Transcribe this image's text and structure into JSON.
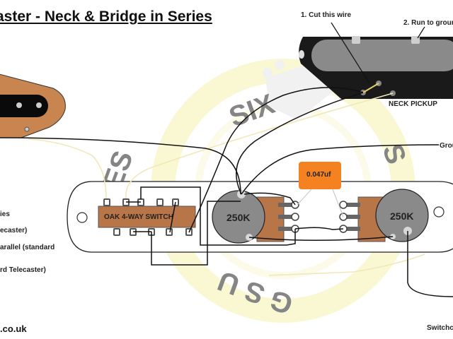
{
  "title": "aster - Neck & Bridge in Series",
  "annotations": {
    "cut_wire": "1. Cut this wire",
    "run_to_ground": "2. Run to groun",
    "neck_pickup": "NECK PICKUP",
    "ground": "Grou",
    "switchcraft": "Switchc"
  },
  "components": {
    "switch_label": "OAK 4-WAY SWITCH",
    "volume_pot": "250K",
    "tone_pot": "250K",
    "capacitor": "0.047uf"
  },
  "switch_positions_notes": [
    "ies",
    "ecaster)",
    "arallel (standard",
    "rd Telecaster)"
  ],
  "website": ".co.uk",
  "watermark": {
    "text_top": "SIX",
    "text_side": "ES",
    "text_right": "S",
    "text_bottom": "G S U",
    "color": "#f5f0a8"
  },
  "colors": {
    "pickup_body": "#1a1a1a",
    "pickup_cover": "#8a8a8a",
    "bridge_plate": "#c88550",
    "switch_body": "#b87547",
    "pot_body": "#8a8a8a",
    "pot_tab": "#b87547",
    "capacitor": "#f58220",
    "wire_black": "#111111",
    "wire_white": "#f1e8b8"
  }
}
